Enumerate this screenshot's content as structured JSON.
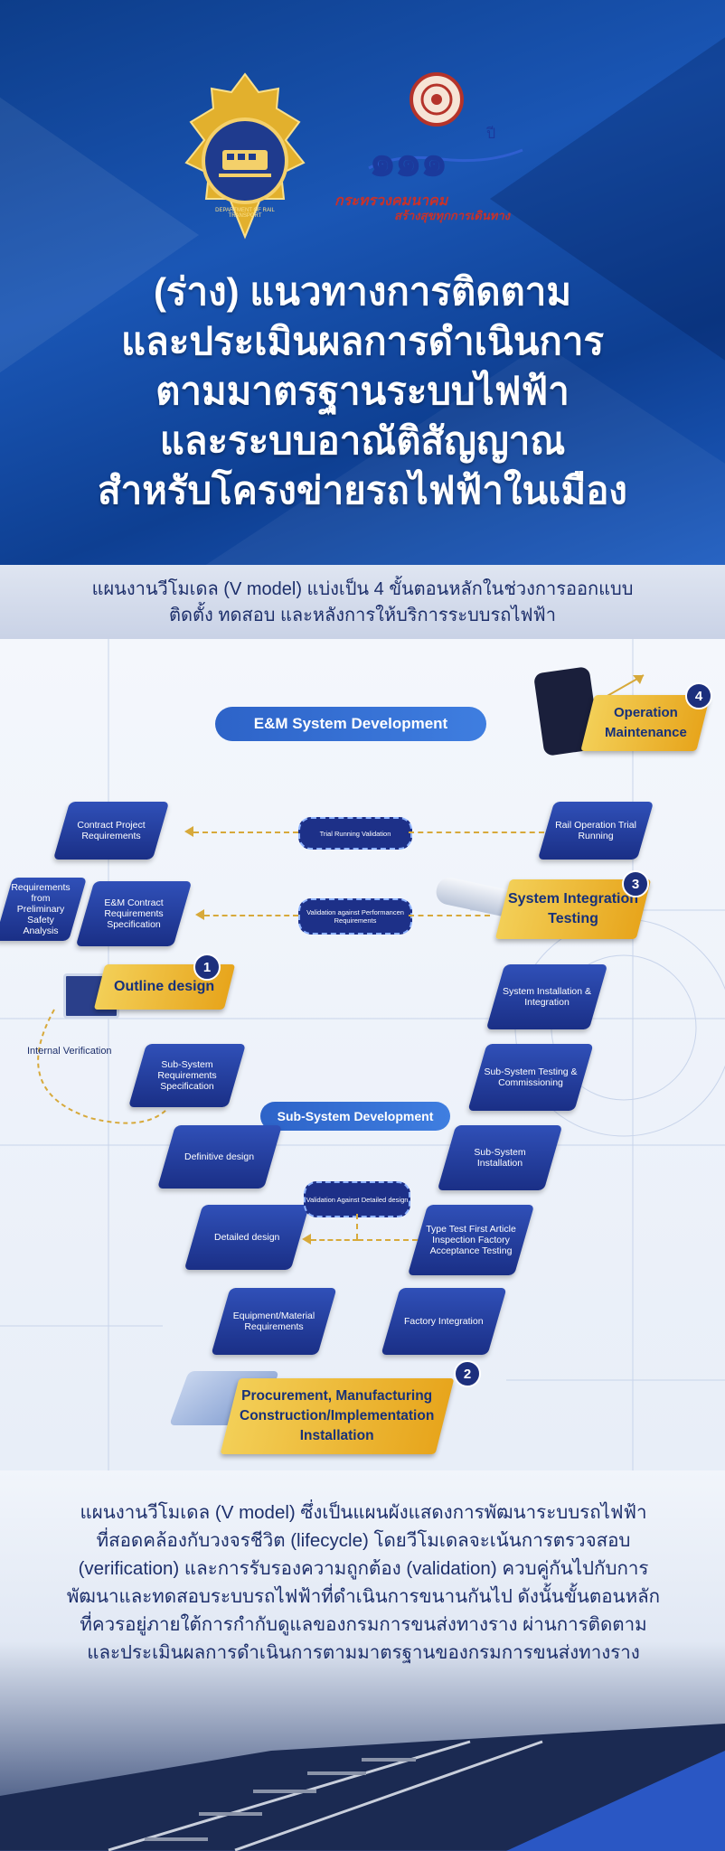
{
  "header": {
    "logo_left_text": "DEPARTMENT OF RAIL TRANSPORT",
    "logo_right_number": "๑๑๑",
    "logo_right_suffix": "ปี",
    "logo_right_ministry": "กระทรวงคมนาคม",
    "logo_right_slogan": "สร้างสุขทุกการเดินทาง"
  },
  "title_lines": [
    "(ร่าง) แนวทางการติดตาม",
    "และประเมินผลการดำเนินการ",
    "ตามมาตรฐานระบบไฟฟ้า",
    "และระบบอาณัติสัญญาณ",
    "สำหรับโครงข่ายรถไฟฟ้าในเมือง"
  ],
  "subtitle_lines": [
    "แผนงานวีโมเดล (V model) แบ่งเป็น 4 ขั้นตอนหลักในช่วงการออกแบบ",
    "ติดตั้ง ทดสอบ และหลังการให้บริการระบบรถไฟฟ้า"
  ],
  "diagram": {
    "em_title": "E&M System Development",
    "subsystem_title": "Sub-System Development",
    "internal_verification": "Internal Verification",
    "stages": {
      "s1": {
        "num": "1",
        "label": "Outline design"
      },
      "s2": {
        "num": "2",
        "label_lines": [
          "Procurement, Manufacturing",
          "Construction/Implementation",
          "Installation"
        ]
      },
      "s3": {
        "num": "3",
        "label_lines": [
          "System Integration",
          "Testing"
        ]
      },
      "s4": {
        "num": "4",
        "label_lines": [
          "Operation",
          "Maintenance"
        ]
      }
    },
    "left_boxes": {
      "contract": "Contract Project Requirements",
      "preliminary": "Requirements from Preliminary Safety Analysis",
      "em_contract": "E&M Contract Requirements Specification",
      "subsystem_spec": "Sub-System Requirements Specification",
      "definitive": "Definitive design",
      "detailed": "Detailed design",
      "equipment": "Equipment/Material Requirements"
    },
    "right_boxes": {
      "rail_op": "Rail Operation Trial Running",
      "sys_install": "System Installation & Integration",
      "sub_testing": "Sub-System Testing & Commissioning",
      "sub_install": "Sub-System Installation",
      "type_test": "Type Test First Article Inspection Factory Acceptance Testing",
      "factory": "Factory Integration"
    },
    "validations": {
      "trial": "Trial Running Validation",
      "performance": "Validation against Performancen Requirements",
      "detailed": "Validation Against Detailed design"
    }
  },
  "paragraph_lines": [
    "แผนงานวีโมเดล (V model) ซึ่งเป็นแผนผังแสดงการพัฒนาระบบรถไฟฟ้า",
    "ที่สอดคล้องกับวงจรชีวิต (lifecycle) โดยวีโมเดลจะเน้นการตรวจสอบ",
    "(verification) และการรับรองความถูกต้อง (validation) ควบคู่กันไปกับการ",
    "พัฒนาและทดสอบระบบรถไฟฟ้าที่ดำเนินการขนานกันไป ดังนั้นขั้นตอนหลัก",
    "ที่ควรอยู่ภายใต้การกำกับดูแลของกรมการขนส่งทางราง ผ่านการติดตาม",
    "และประเมินผลการดำเนินการตามมาตรฐานของกรมการขนส่งทางราง"
  ],
  "colors": {
    "navy": "#1a2f86",
    "gold": "#f0bd3a",
    "hero": "#0d3d8a"
  }
}
